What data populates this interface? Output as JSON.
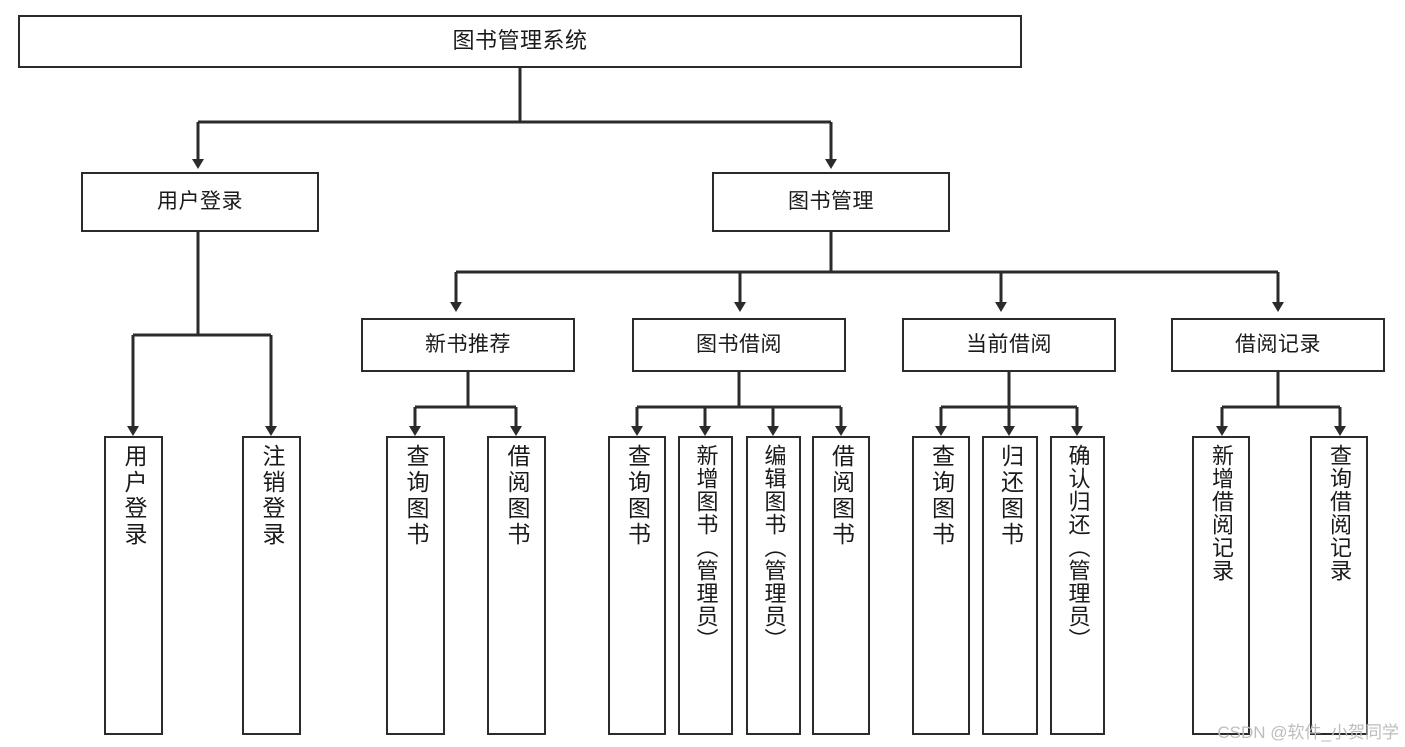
{
  "diagram": {
    "type": "tree-hierarchy-chart",
    "title": "图书管理系统",
    "watermark": "CSDN @软件_小贺同学",
    "colors": {
      "box_border": "#2b2b2b",
      "box_fill": "#ffffff",
      "connector": "#2b2b2b",
      "text": "#1a1a1a",
      "watermark": "#bdbdbd",
      "background": "#ffffff"
    },
    "root": {
      "label": "图书管理系统"
    },
    "level2": [
      {
        "id": "user-login",
        "label": "用户登录"
      },
      {
        "id": "book-management",
        "label": "图书管理"
      }
    ],
    "level3": [
      {
        "id": "new-book-recommend",
        "label": "新书推荐",
        "parent": "book-management"
      },
      {
        "id": "book-borrow",
        "label": "图书借阅",
        "parent": "book-management"
      },
      {
        "id": "current-borrow",
        "label": "当前借阅",
        "parent": "book-management"
      },
      {
        "id": "borrow-record",
        "label": "借阅记录",
        "parent": "book-management"
      }
    ],
    "leaves": {
      "user_login": [
        {
          "id": "leaf-user-login",
          "label": "用户登录"
        },
        {
          "id": "leaf-logout-login",
          "label": "注销登录"
        }
      ],
      "new_book_recommend": [
        {
          "id": "leaf-query-book-1",
          "label": "查询图书"
        },
        {
          "id": "leaf-borrow-book-1",
          "label": "借阅图书"
        }
      ],
      "book_borrow": [
        {
          "id": "leaf-query-book-2",
          "label": "查询图书"
        },
        {
          "id": "leaf-add-book",
          "label": "新增图书（管理员）"
        },
        {
          "id": "leaf-edit-book",
          "label": "编辑图书（管理员）"
        },
        {
          "id": "leaf-borrow-book-2",
          "label": "借阅图书"
        }
      ],
      "current_borrow": [
        {
          "id": "leaf-query-book-3",
          "label": "查询图书"
        },
        {
          "id": "leaf-return-book",
          "label": "归还图书"
        },
        {
          "id": "leaf-confirm-return",
          "label": "确认归还（管理员）"
        }
      ],
      "borrow_record": [
        {
          "id": "leaf-add-record",
          "label": "新增借阅记录"
        },
        {
          "id": "leaf-query-record",
          "label": "查询借阅记录"
        }
      ]
    }
  }
}
